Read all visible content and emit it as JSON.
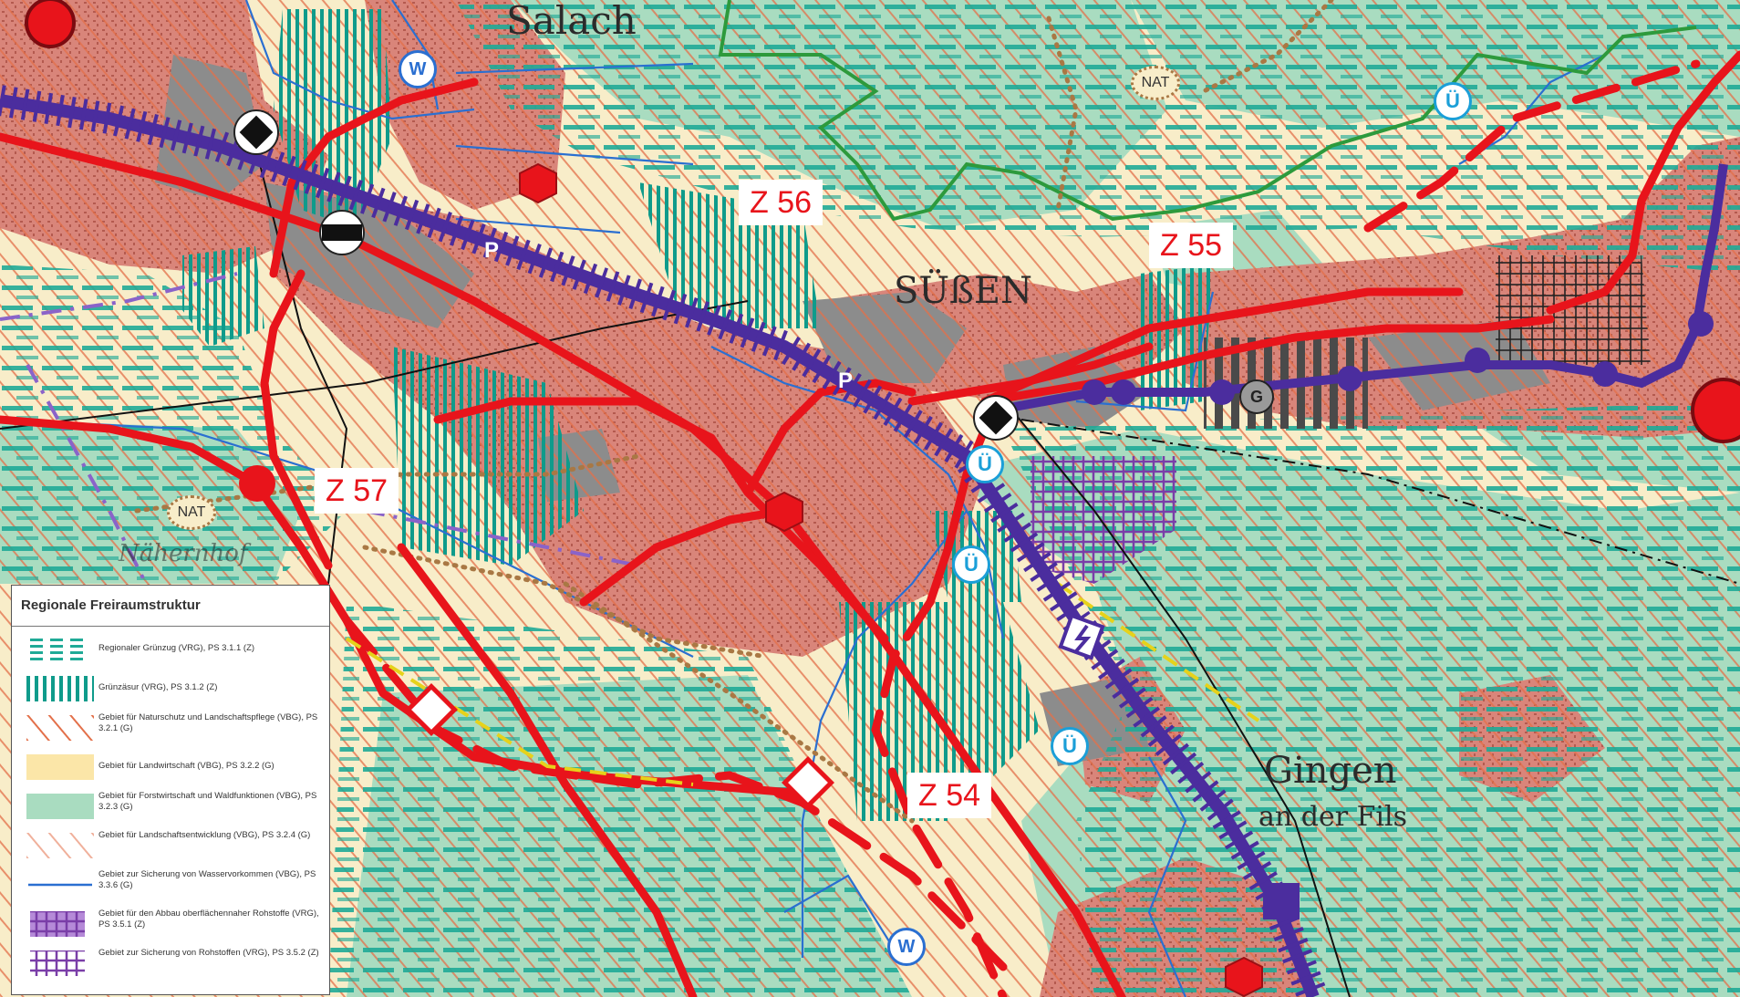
{
  "map": {
    "place_labels": {
      "salach": "Salach",
      "suessen": "SÜßEN",
      "gingen_line1": "Gingen",
      "gingen_line2": "an der Fils",
      "vaihinger": "Nähernhof"
    },
    "zone_labels": [
      "Z 56",
      "Z 55",
      "Z 57",
      "Z 54"
    ],
    "symbol_letters": {
      "water": "W",
      "nature": "NAT",
      "transit": "Ü",
      "park": "P",
      "commercial": "G"
    },
    "colors": {
      "settlement": "#d9857a",
      "industry": "#8c8c8c",
      "greenbelt_line": "#1faa97",
      "forest": "#a9dcc0",
      "agriculture": "#f8edc9",
      "road_main": "#e8141b",
      "rail": "#4b2d9e",
      "water": "#2a6fd1",
      "raw_material": "#7a3ea8",
      "hiking": "#2d9a3c",
      "dotted_boundary": "#a97844"
    }
  },
  "legend": {
    "title": "Regionale Freiraumstruktur",
    "items": [
      {
        "text": "Regionaler Grünzug (VRG), PS 3.1.1 (Z)",
        "swatch": "greenbelt-hatch-icon"
      },
      {
        "text": "Grünzäsur (VRG), PS 3.1.2 (Z)",
        "swatch": "green-caesura-icon"
      },
      {
        "text": "Gebiet für Naturschutz und Landschaftspflege (VBG), PS 3.2.1 (G)",
        "swatch": "nature-hatch-icon"
      },
      {
        "text": "Gebiet für Landwirtschaft (VBG), PS 3.2.2 (G)",
        "swatch": "agriculture-fill-icon"
      },
      {
        "text": "Gebiet für Forstwirtschaft und Waldfunktionen (VBG), PS 3.2.3 (G)",
        "swatch": "forest-fill-icon"
      },
      {
        "text": "Gebiet für Landschaftsentwicklung (VBG), PS 3.2.4 (G)",
        "swatch": "landscape-hatch-icon"
      },
      {
        "text": "Gebiet zur Sicherung von Wasservorkommen (VBG), PS 3.3.6 (G)",
        "swatch": "water-line-icon"
      },
      {
        "text": "Gebiet für den Abbau oberflächennaher Rohstoffe (VRG), PS 3.5.1 (Z)",
        "swatch": "mining-grid-icon"
      },
      {
        "text": "Gebiet zur Sicherung von Rohstoffen (VRG), PS 3.5.2 (Z)",
        "swatch": "raw-grid-icon"
      }
    ]
  }
}
